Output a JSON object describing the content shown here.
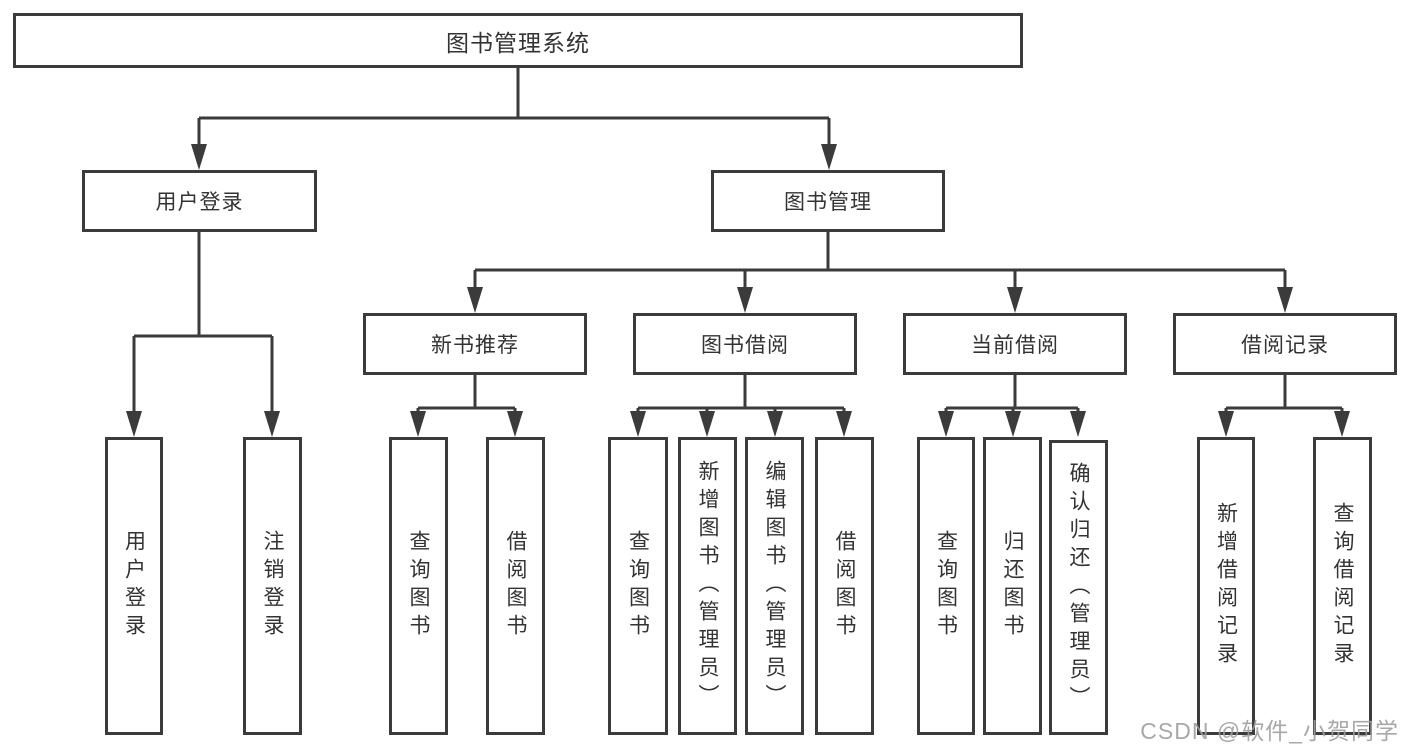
{
  "diagram_title": "图书管理系统",
  "root": {
    "label": "图书管理系统"
  },
  "level1": {
    "user_login": {
      "label": "用户登录"
    },
    "book_management": {
      "label": "图书管理"
    }
  },
  "level2": {
    "new_book_recommend": {
      "label": "新书推荐"
    },
    "book_borrow": {
      "label": "图书借阅"
    },
    "current_borrow": {
      "label": "当前借阅"
    },
    "borrow_records": {
      "label": "借阅记录"
    }
  },
  "leaves": {
    "user_login_group": [
      "用户登录",
      "注销登录"
    ],
    "new_book_group": [
      "查询图书",
      "借阅图书"
    ],
    "book_borrow_group": [
      "查询图书",
      "新增图书（管理员）",
      "编辑图书（管理员）",
      "借阅图书"
    ],
    "current_borrow_group": [
      "查询图书",
      "归还图书",
      "确认归还（管理员）"
    ],
    "borrow_records_group": [
      "新增借阅记录",
      "查询借阅记录"
    ]
  },
  "watermark": "CSDN @软件_小贺同学",
  "colors": {
    "line": "#3b3b3b",
    "border": "#3b3b3b",
    "text": "#333333",
    "watermark": "#9e9e9e",
    "background": "#ffffff"
  }
}
